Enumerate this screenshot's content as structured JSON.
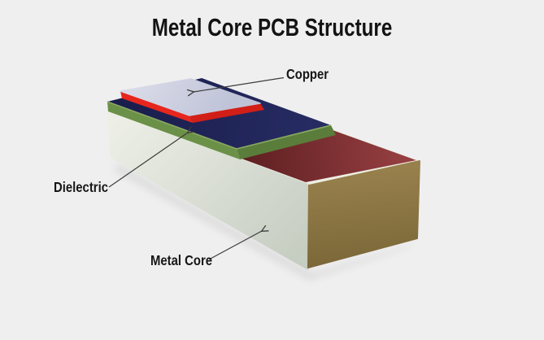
{
  "page": {
    "background": "#efeff0"
  },
  "title": {
    "text": "Metal Core PCB Structure",
    "color": "#131313"
  },
  "labels": {
    "copper": "Copper",
    "dielectric": "Dielectric",
    "metal_core": "Metal Core"
  },
  "colors": {
    "copper_top_light": "#d8dae7",
    "copper_top_dark": "#bfc3d8",
    "copper_edge_front": "#e7261d",
    "copper_edge_side": "#d11f17",
    "dielectric_top_dark": "#1a1e4d",
    "dielectric_top_light": "#272c63",
    "dielectric_edge_front": "#6b9048",
    "dielectric_edge_side": "#5a7d3b",
    "dielectric_edge_highlight": "#8aa862",
    "core_front_light": "#edefe7",
    "core_front_dark": "#c6cdc1",
    "core_bevel": "#edeee3",
    "core_top_maroon_dark": "#5e1f21",
    "core_top_maroon_light": "#9a4144",
    "core_side_tan_light": "#97804c",
    "core_side_tan_dark": "#7a6637",
    "arrow": "#3c3c3c",
    "shadow": "#000000"
  }
}
